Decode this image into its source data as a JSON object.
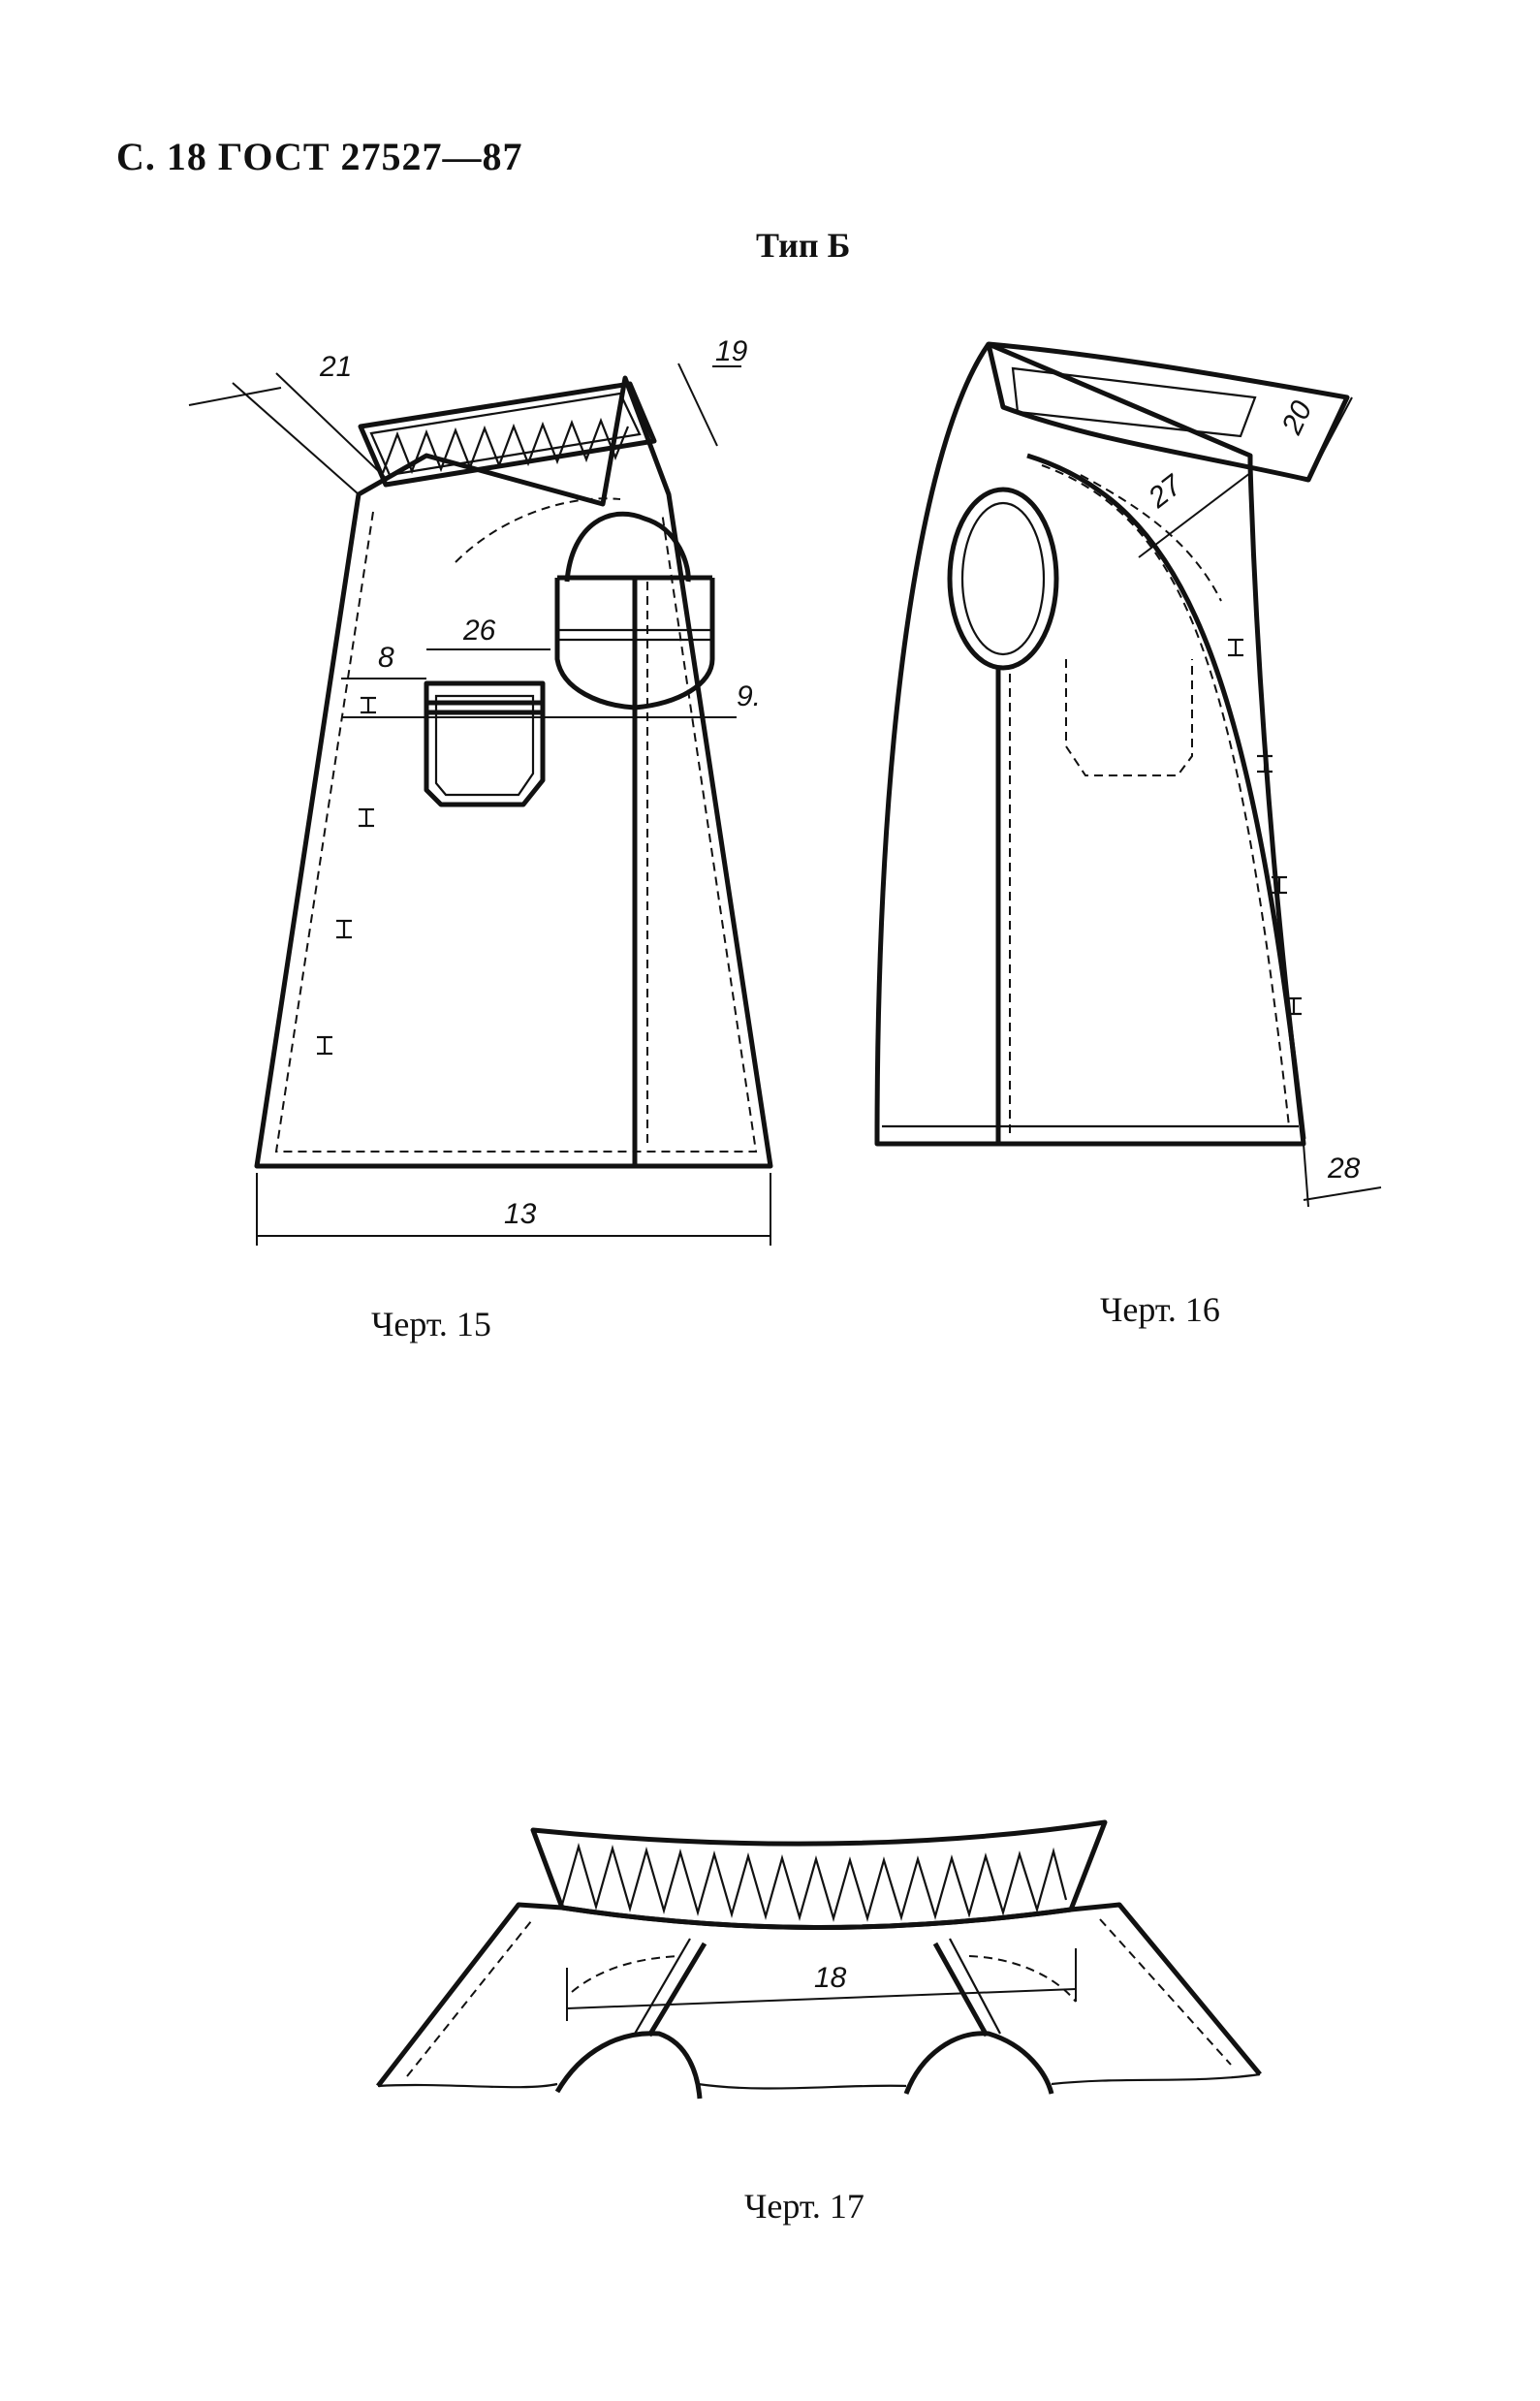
{
  "header": {
    "text": "С. 18 ГОСТ 27527—87"
  },
  "section_title": "Тип Б",
  "figures": {
    "fig15": {
      "caption": "Черт. 15",
      "labels": {
        "d21": "21",
        "d19": "19",
        "d26": "26",
        "d8": "8",
        "d9": "9.",
        "d13": "13"
      }
    },
    "fig16": {
      "caption": "Черт. 16",
      "labels": {
        "d20": "20",
        "d27": "27",
        "d28": "28"
      }
    },
    "fig17": {
      "caption": "Черт. 17",
      "labels": {
        "d18": "18"
      }
    }
  }
}
